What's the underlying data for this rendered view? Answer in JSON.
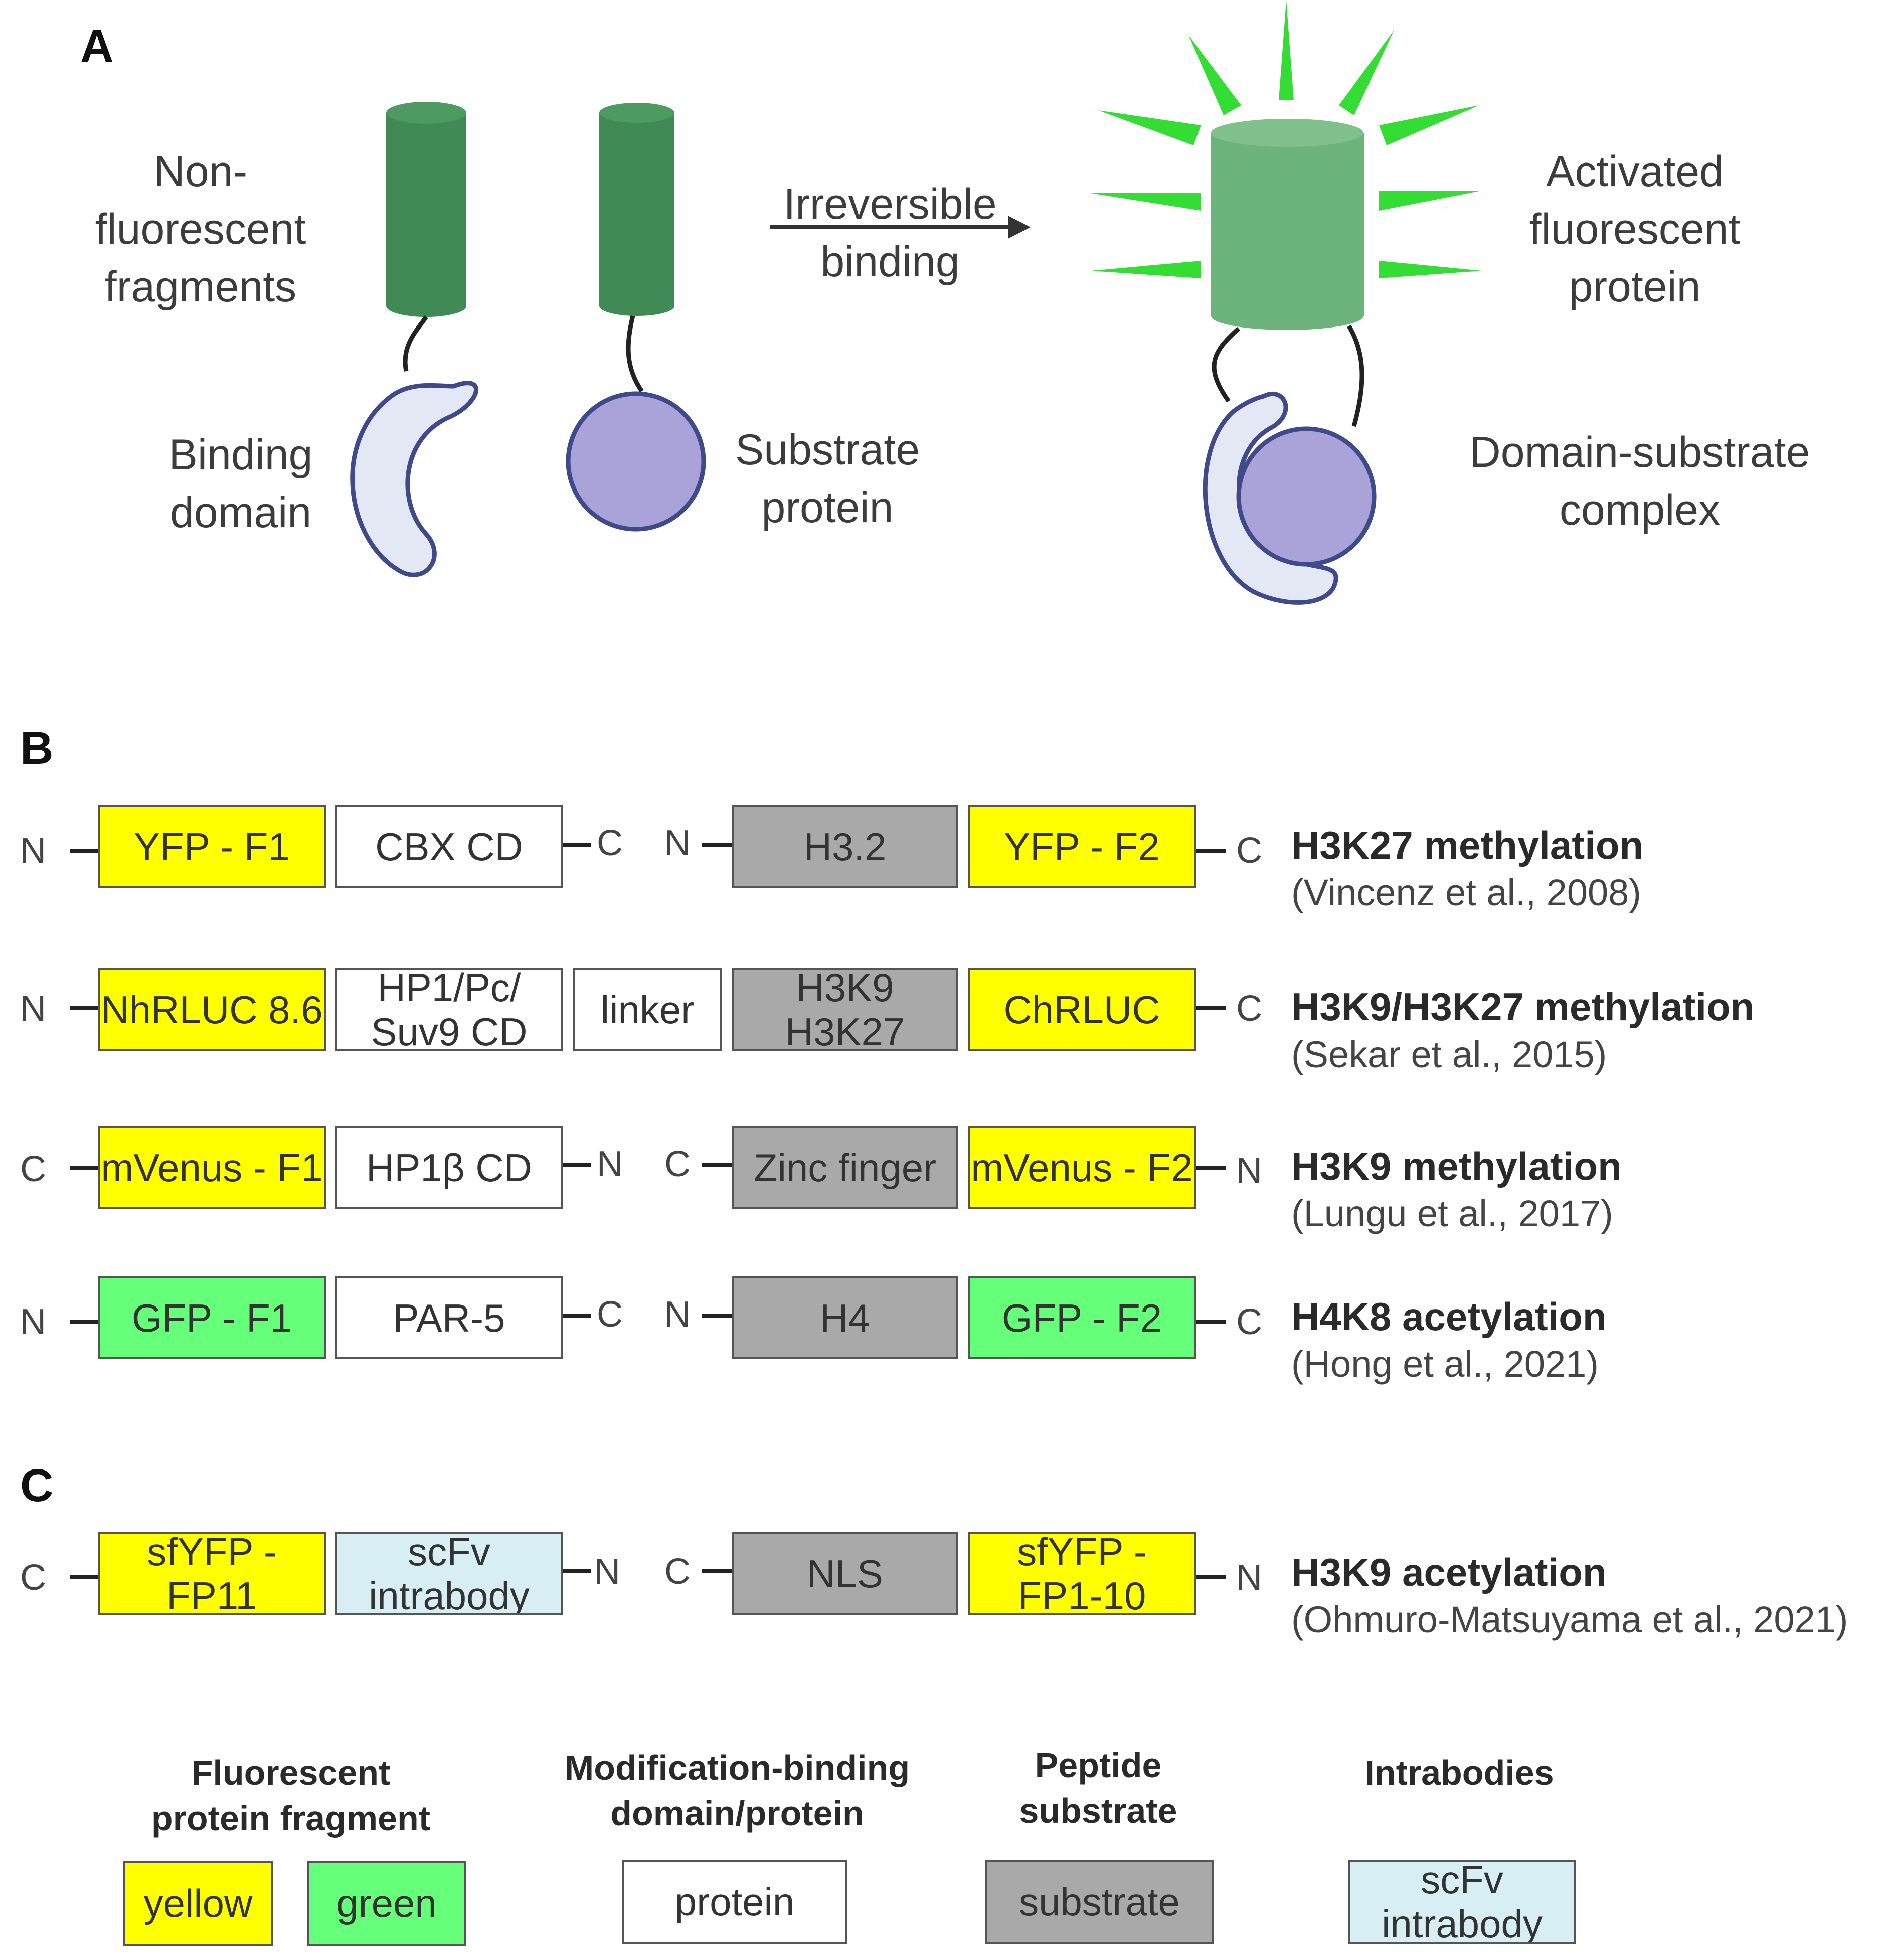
{
  "panelA": {
    "letter": "A",
    "left_label": [
      "Non-",
      "fluorescent",
      "fragments"
    ],
    "arrow_label": [
      "Irreversible",
      "binding"
    ],
    "right_label": [
      "Activated",
      "fluorescent",
      "protein"
    ],
    "binding_label": [
      "Binding",
      "domain"
    ],
    "substrate_label": [
      "Substrate",
      "protein"
    ],
    "complex_label": [
      "Domain-substrate",
      "complex"
    ],
    "colors": {
      "cylinder_dark": "#3f8a55",
      "cylinder_light": "#6db37c",
      "domain": "#e4e8f4",
      "substrate": "#a9a3d9",
      "glow": "#33dd33"
    }
  },
  "panelB": {
    "letter": "B",
    "rows": [
      {
        "t1": "N",
        "t2": "C",
        "t3": "N",
        "t4": "C",
        "b1": "YFP - F1",
        "b2": "CBX CD",
        "b3": "H3.2",
        "b4": "YFP - F2",
        "title": "H3K27 methylation",
        "cite": "(Vincenz et al., 2008)"
      },
      {
        "t1": "N",
        "t4": "C",
        "b1": "NhRLUC 8.6",
        "b2a": "HP1/Pc/",
        "b2b": "Suv9 CD",
        "blinker": "linker",
        "b3a": "H3K9",
        "b3b": "H3K27",
        "b4": "ChRLUC",
        "title": "H3K9/H3K27 methylation",
        "cite": "(Sekar et al., 2015)"
      },
      {
        "t1": "C",
        "t2": "N",
        "t3": "C",
        "t4": "N",
        "b1": "mVenus - F1",
        "b2": "HP1β CD",
        "b3": "Zinc finger",
        "b4": "mVenus - F2",
        "title": "H3K9 methylation",
        "cite": "(Lungu et al., 2017)"
      },
      {
        "t1": "N",
        "t2": "C",
        "t3": "N",
        "t4": "C",
        "b1": "GFP - F1",
        "b2": "PAR-5",
        "b3": "H4",
        "b4": "GFP - F2",
        "title": "H4K8 acetylation",
        "cite": "(Hong et al., 2021)"
      }
    ]
  },
  "panelC": {
    "letter": "C",
    "row": {
      "t1": "C",
      "t2": "N",
      "t3": "C",
      "t4": "N",
      "b1": "sfYFP - FP11",
      "b2a": "scFv",
      "b2b": "intrabody",
      "b3": "NLS",
      "b4a": "sfYFP -",
      "b4b": "FP1-10",
      "title": "H3K9 acetylation",
      "cite": "(Ohmuro-Matsuyama et al., 2021)"
    }
  },
  "legend": {
    "fluor_head": [
      "Fluorescent",
      "protein fragment"
    ],
    "mod_head": [
      "Modification-binding",
      "domain/protein"
    ],
    "pep_head": [
      "Peptide",
      "substrate"
    ],
    "intra_head": [
      "Intrabodies"
    ],
    "yellow": "yellow",
    "green": "green",
    "protein": "protein",
    "substrate": "substrate",
    "scfv": "scFv",
    "intrabody": "intrabody"
  }
}
